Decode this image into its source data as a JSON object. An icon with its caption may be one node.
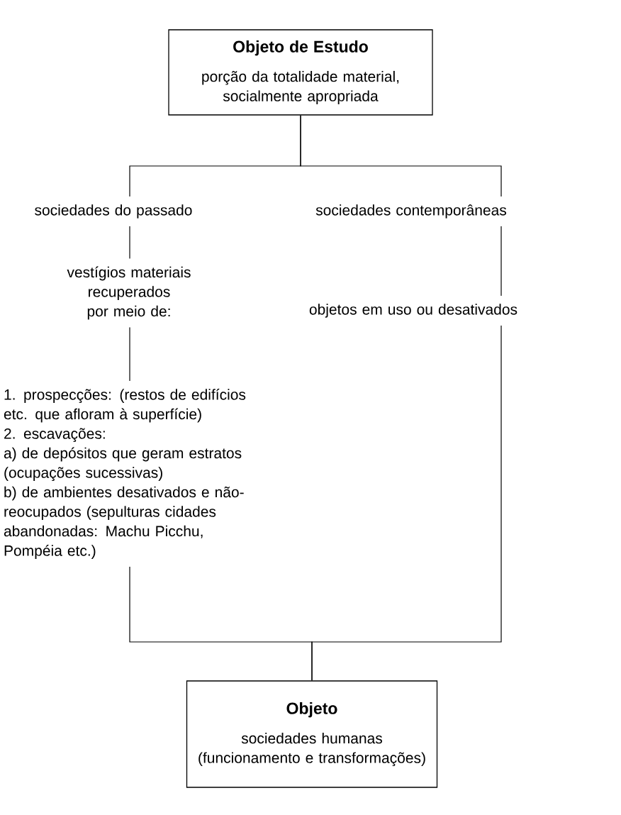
{
  "diagram": {
    "nodes": [
      {
        "text": [
          "Objeto de Estudo",
          "porção da totalidade material, socialmente apropriada"
        ]
      },
      {
        "text": [
          "sociedades do passado"
        ]
      },
      {
        "text": [
          "sociedades contemporâneas"
        ]
      },
      {
        "text": [
          "vestígios materiais recuperados por meio de:"
        ]
      },
      {
        "text": [
          "objetos em uso ou desativados"
        ]
      },
      {
        "text": [
          "1. prospecções: (restos de edifícios etc. que afloram à superfície)",
          "2. escavações:",
          "a) de depósitos que geram estratos (ocupações sucessivas)",
          "b) de ambientes desativados e não-reocupados (sepulturas cidades abandonadas: Machu Picchu, Pompéia etc.)"
        ]
      },
      {
        "text": [
          "Objeto",
          "sociedades humanas (funcionamento e transformações)"
        ]
      }
    ],
    "edges": [
      {
        "from": 0,
        "to": 1,
        "arrow": "none"
      },
      {
        "from": 0,
        "to": 2,
        "arrow": "none"
      },
      {
        "from": 1,
        "to": 3,
        "arrow": "none"
      },
      {
        "from": 2,
        "to": 4,
        "arrow": "none"
      },
      {
        "from": 3,
        "to": 5,
        "arrow": "none"
      },
      {
        "from": 5,
        "to": 6,
        "arrow": "none"
      },
      {
        "from": 4,
        "to": 6,
        "arrow": "none"
      }
    ]
  }
}
